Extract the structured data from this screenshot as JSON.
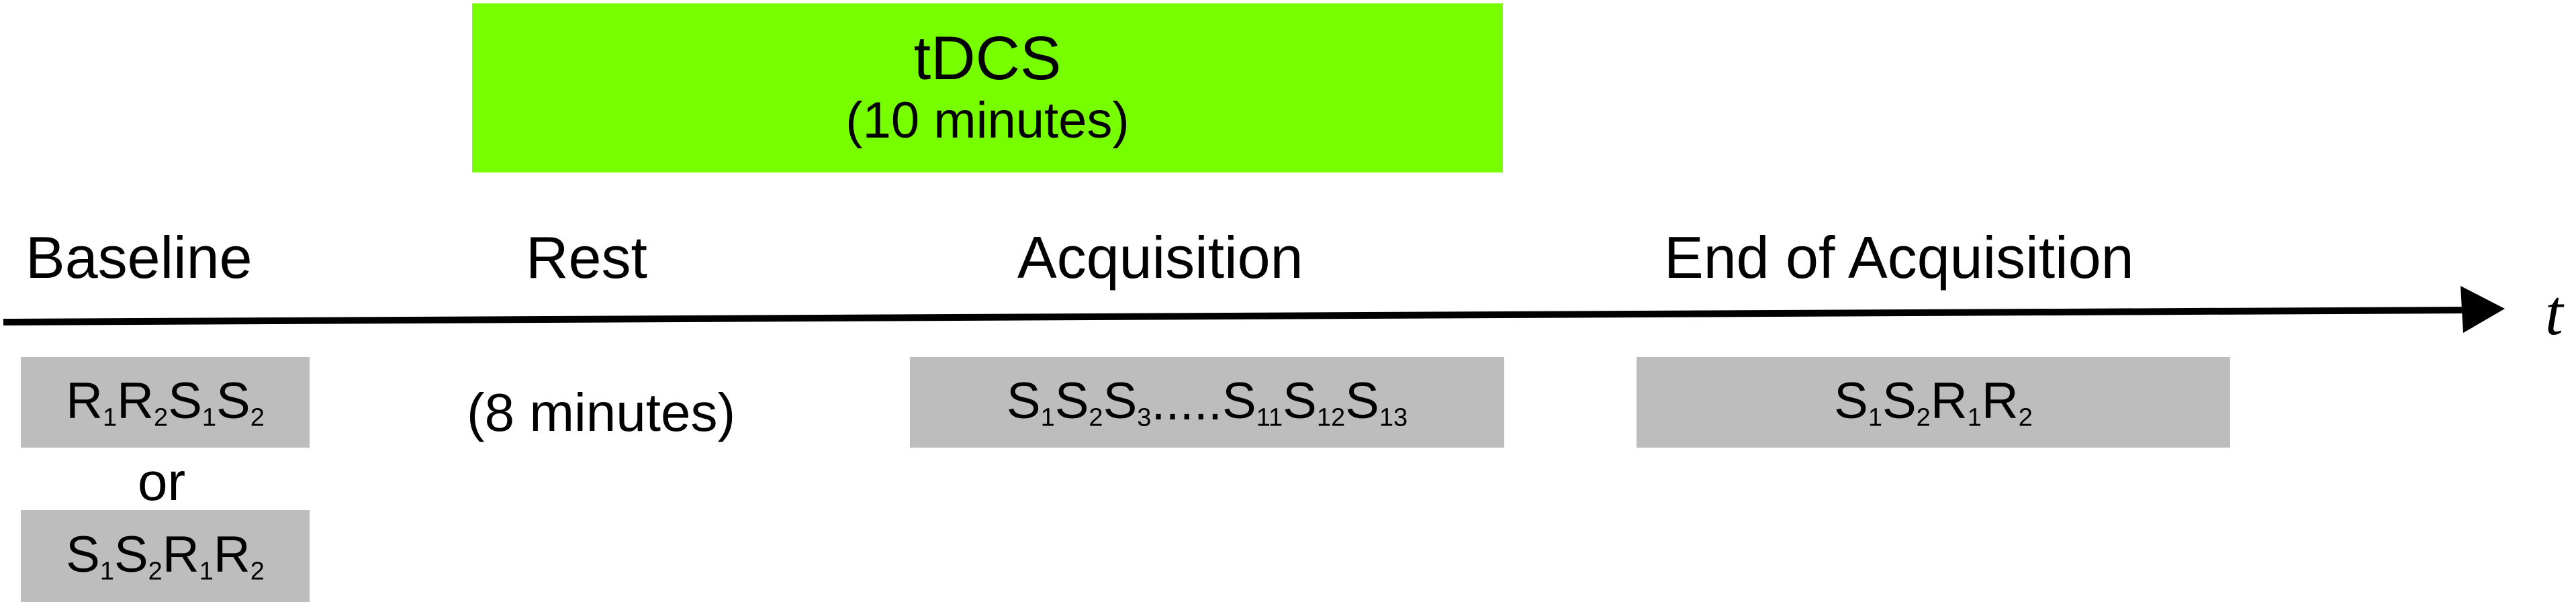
{
  "colors": {
    "stimulation_fill": "#77ff00",
    "sequence_fill": "#bdbdbd",
    "axis": "#000000"
  },
  "stimulation": {
    "name": "tDCS",
    "duration": "(10 minutes)"
  },
  "phases": {
    "baseline": "Baseline",
    "rest": "Rest",
    "acquisition": "Acquisition",
    "end": "End of Acquisition"
  },
  "axis_label": "t",
  "baseline": {
    "sequence_a": [
      [
        "R",
        "1"
      ],
      [
        "R",
        "2"
      ],
      [
        "S",
        "1"
      ],
      [
        "S",
        "2"
      ]
    ],
    "or_label": "or",
    "sequence_b": [
      [
        "S",
        "1"
      ],
      [
        "S",
        "2"
      ],
      [
        "R",
        "1"
      ],
      [
        "R",
        "2"
      ]
    ]
  },
  "rest_duration": "(8 minutes)",
  "acquisition_sequence": [
    [
      "S",
      "1"
    ],
    [
      "S",
      "2"
    ],
    [
      "S",
      "3"
    ],
    [
      "",
      ".....",
      true
    ],
    [
      "S",
      "11"
    ],
    [
      "S",
      "12"
    ],
    [
      "S",
      "13"
    ]
  ],
  "end_sequence": [
    [
      "S",
      "1"
    ],
    [
      "S",
      "2"
    ],
    [
      "R",
      "1"
    ],
    [
      "R",
      "2"
    ]
  ]
}
